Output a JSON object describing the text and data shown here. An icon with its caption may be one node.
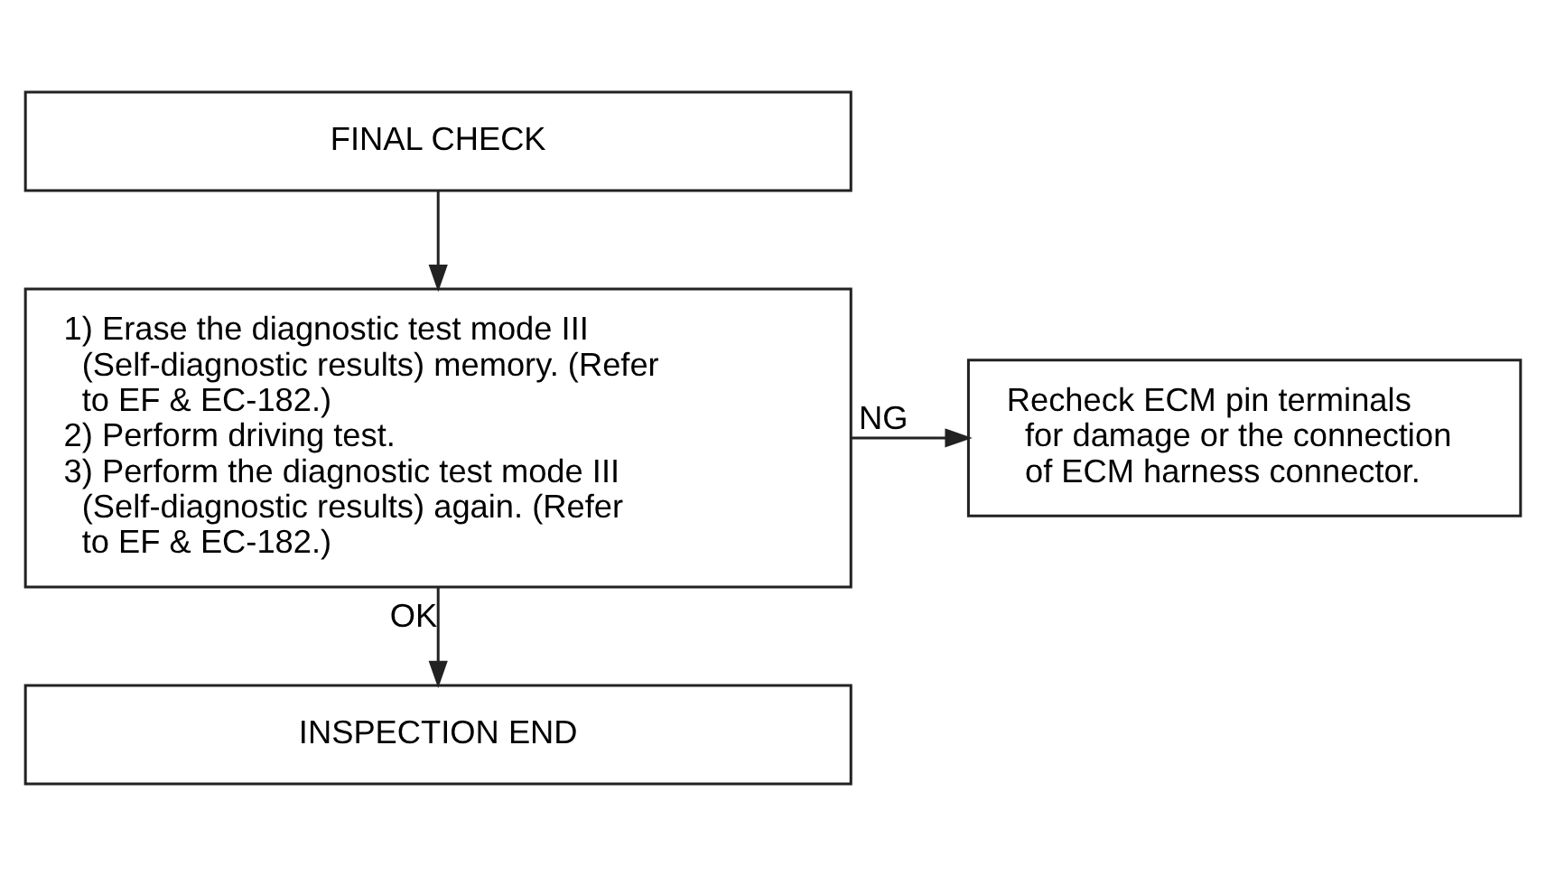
{
  "diagram": {
    "nodes": [
      {
        "text": [
          "FINAL CHECK"
        ]
      },
      {
        "text": [
          "1) Erase the diagnostic test mode III (Self-diagnostic results) memory. (Refer to EF & EC-182.)",
          "2) Perform driving test.",
          "3) Perform the diagnostic test mode III (Self-diagnostic results) again. (Refer to EF & EC-182.)"
        ]
      },
      {
        "text": [
          "Recheck ECM pin terminals for damage or the connection of ECM harness connector."
        ]
      },
      {
        "text": [
          "INSPECTION END"
        ]
      }
    ],
    "edges": [
      {
        "from": 0,
        "to": 1,
        "arrow": "to"
      },
      {
        "from": 1,
        "to": 2,
        "arrow": "to",
        "label": "NG"
      },
      {
        "from": 1,
        "to": 3,
        "arrow": "to",
        "label": "OK"
      }
    ]
  }
}
